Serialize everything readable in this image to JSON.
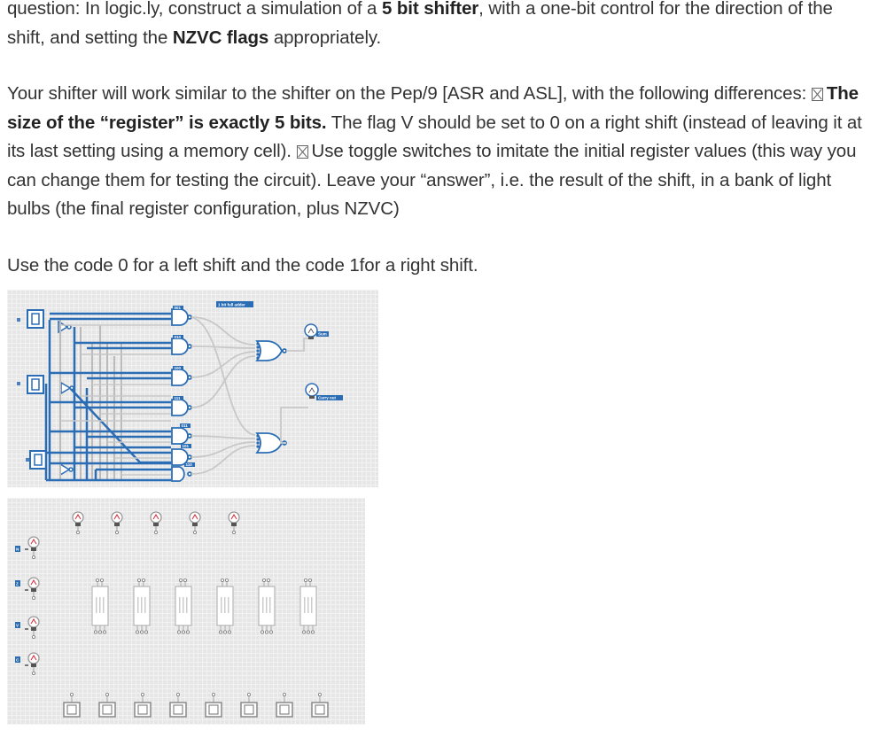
{
  "question": {
    "prefix": "question: In logic.ly, construct a simulation of a ",
    "bold1": "5 bit shifter",
    "mid": ", with a one-bit control for the direction of the shift, and setting the ",
    "bold2": "NZVC flags",
    "suffix": " appropriately."
  },
  "body": {
    "intro": "Your shifter will work similar to the shifter on the Pep/9 [ASR and ASL], with the following differences: ",
    "bullet1_bold": "The size of the “register” is exactly 5 bits.",
    "bullet1_rest": " The flag V should be set to 0 on a right shift (instead of leaving it at its last setting using a memory cell). ",
    "bullet2": "Use toggle switches to imitate the initial register values (this way you can change them for testing the circuit). Leave your “answer”, i.e. the result of the shift, in a bank of light bulbs (the final register configuration, plus NZVC)"
  },
  "code_note": "Use the code 0 for a left shift and the code 1for a right shift.",
  "circuit1": {
    "title": "1 bit full adder",
    "inputs": [
      "A",
      "B",
      "Cin"
    ],
    "gate_labels": [
      "001",
      "010",
      "100",
      "111",
      "011",
      "101",
      "110"
    ],
    "outputs": [
      "Sum",
      "Carry out"
    ]
  },
  "circuit2": {
    "flag_labels": [
      "N",
      "Z",
      "V",
      "C"
    ],
    "top_bulbs": 5,
    "adder_blocks": 6,
    "bottom_switches": 8
  }
}
